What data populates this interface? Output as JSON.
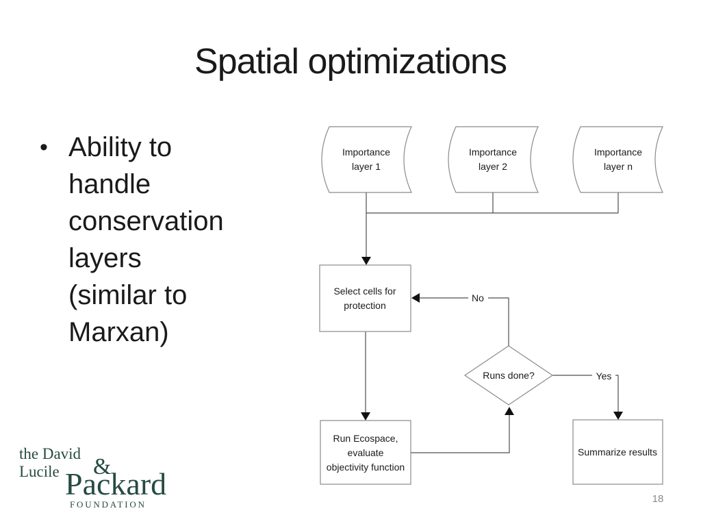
{
  "slide": {
    "title": "Spatial optimizations",
    "page_number": "18"
  },
  "bullet": {
    "marker": "•",
    "lines": [
      "Ability to",
      "handle",
      "conservation",
      "layers",
      "(similar to",
      "Marxan)"
    ]
  },
  "flowchart": {
    "nodes": {
      "importance1": {
        "line1": "Importance",
        "line2": "layer 1"
      },
      "importance2": {
        "line1": "Importance",
        "line2": "layer 2"
      },
      "importancen": {
        "line1": "Importance",
        "line2": "layer n"
      },
      "select": {
        "line1": "Select cells for",
        "line2": "protection"
      },
      "decision": {
        "label": "Runs done?"
      },
      "run": {
        "line1": "Run Ecospace,",
        "line2": "evaluate",
        "line3": "objectivity function"
      },
      "summarize": {
        "label": "Summarize results"
      }
    },
    "edge_labels": {
      "no": "No",
      "yes": "Yes"
    }
  },
  "logo": {
    "the_david": "the David",
    "lucile": "Lucile",
    "ampersand": "&",
    "packard": "Packard",
    "foundation": "FOUNDATION"
  },
  "colors": {
    "logo_green": "#254b42",
    "page_number_gray": "#8a8a8a",
    "connector_gray": "#4d4d4d",
    "shape_border_gray": "#8a8a8a",
    "text_black": "#1a1a1a"
  }
}
